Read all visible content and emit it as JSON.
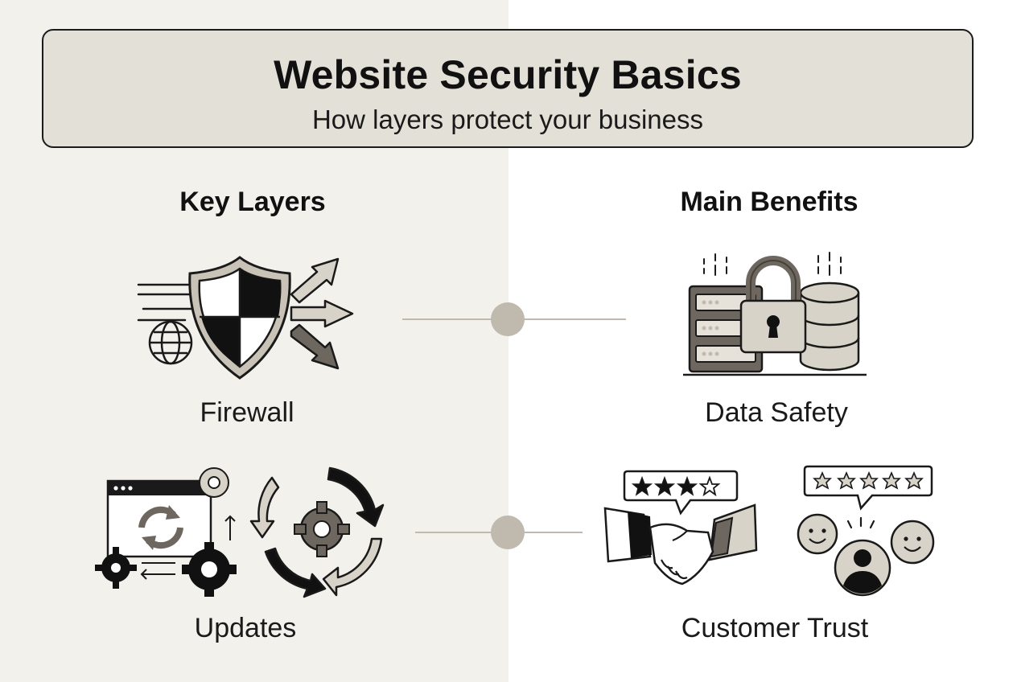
{
  "header": {
    "title": "Website Security Basics",
    "subtitle": "How layers protect your business"
  },
  "columns": {
    "left": "Key Layers",
    "right": "Main Benefits"
  },
  "items": [
    {
      "label": "Firewall",
      "icon": "shield-firewall-icon"
    },
    {
      "label": "Data Safety",
      "icon": "padlock-server-database-icon"
    },
    {
      "label": "Updates",
      "icon": "update-cycle-gears-icon"
    },
    {
      "label": "Customer Trust",
      "icon": "handshake-reviews-icon"
    }
  ],
  "colors": {
    "left_background": "#f2f1ec",
    "header_background": "#e3e0d7",
    "accent": "#bfb9ae",
    "icon_fill": "#d8d3c8",
    "icon_dark": "#6e675f"
  }
}
